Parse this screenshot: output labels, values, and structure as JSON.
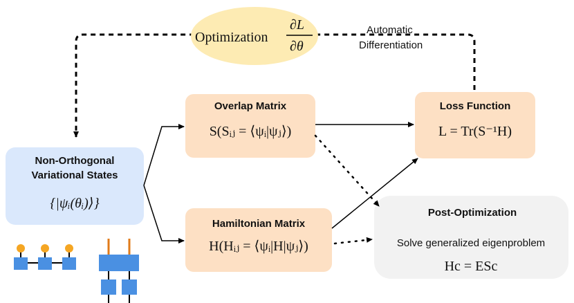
{
  "colors": {
    "blue_box": "#dae8fc",
    "orange_box": "#fde0c4",
    "gray_box": "#f2f2f2",
    "ellipse": "#fdebb3",
    "tensor_blue": "#4a90e2",
    "tensor_orange": "#f5a623",
    "tensor_line": "#e07b1a"
  },
  "optimization": {
    "text": "Optimization",
    "derivative_numerator": "∂L",
    "derivative_denominator": "∂θ"
  },
  "automatic_differentiation": {
    "line1": "Automatic",
    "line2": "Differentiation"
  },
  "non_orthogonal": {
    "title_line1": "Non-Orthogonal",
    "title_line2": "Variational States",
    "formula": "{|ψᵢ(θᵢ)⟩}"
  },
  "overlap": {
    "title": "Overlap Matrix",
    "formula": "S(Sᵢⱼ = ⟨ψᵢ|ψⱼ⟩)"
  },
  "hamiltonian": {
    "title": "Hamiltonian Matrix",
    "formula": "H(Hᵢⱼ = ⟨ψᵢ|H|ψⱼ⟩)"
  },
  "loss": {
    "title": "Loss Function",
    "formula": "L = Tr(S⁻¹H)"
  },
  "post": {
    "title": "Post-Optimization",
    "text": "Solve generalized eigenproblem",
    "formula": "Hc = ESc"
  }
}
